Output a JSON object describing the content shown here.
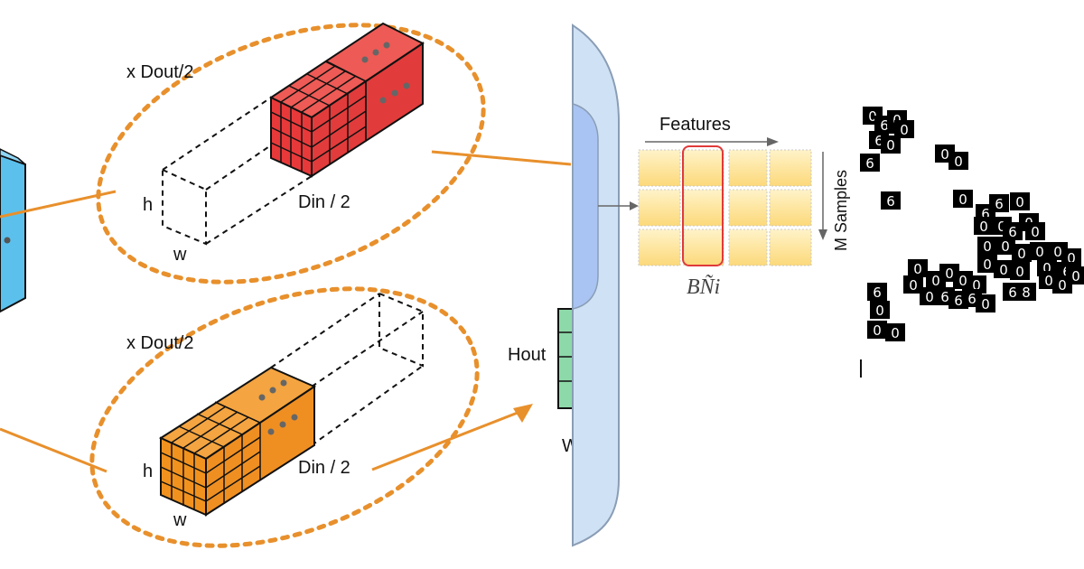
{
  "left_panel": {
    "top_branch": {
      "repeat_label": "x Dout/2",
      "height_label": "h",
      "width_label": "w",
      "depth_label": "Din / 2",
      "block_color": "#e8393a"
    },
    "bottom_branch": {
      "repeat_label": "x Dout/2",
      "height_label": "h",
      "width_label": "w",
      "depth_label": "Din / 2",
      "block_color": "#f1921f"
    },
    "output_labels": {
      "height": "Hout",
      "width": "W"
    },
    "accent_color": "#e8902c"
  },
  "middle_panel": {
    "features_label": "Features",
    "samples_label": "M Samples",
    "column_label": "BÑi",
    "grid_color": "#fcd97a",
    "highlight_color": "#e03a3a"
  },
  "right_panel": {
    "digits": [
      "0",
      "6",
      "0",
      "6",
      "0",
      "0",
      "6",
      "0",
      "0",
      "6",
      "0",
      "6",
      "6",
      "0",
      "0",
      "0",
      "0",
      "6",
      "0",
      "0",
      "0",
      "0",
      "0",
      "0",
      "0",
      "0",
      "0",
      "0",
      "0",
      "6",
      "0",
      "0",
      "0",
      "0",
      "0",
      "0",
      "0",
      "0",
      "0",
      "0",
      "6",
      "6",
      "6",
      "0",
      "6",
      "8",
      "6",
      "0",
      "0",
      "0"
    ]
  }
}
